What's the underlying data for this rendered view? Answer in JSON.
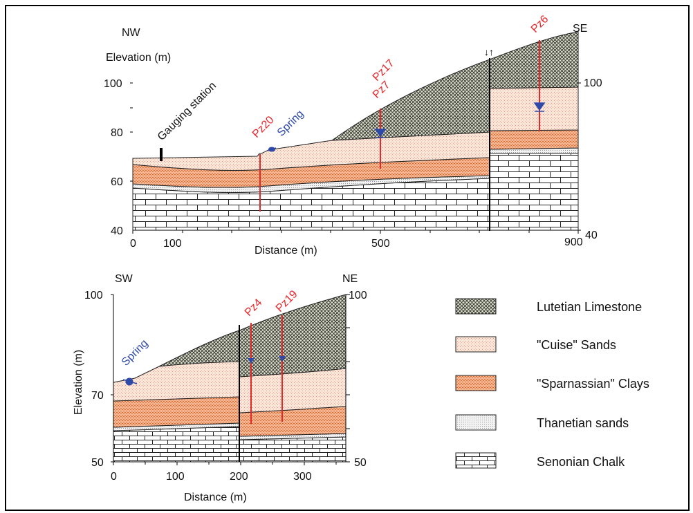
{
  "top_section": {
    "left_direction": "NW",
    "right_direction": "SE",
    "y_axis_title": "Elevation (m)",
    "x_axis_title": "Distance (m)",
    "y_ticks_left": [
      "100",
      "80",
      "60",
      "40"
    ],
    "y_ticks_right": [
      "100",
      "40"
    ],
    "x_ticks": [
      "0",
      "100",
      "500",
      "900"
    ],
    "gauging_station_label": "Gauging station",
    "spring_label": "Spring",
    "wells": [
      "Pz20",
      "Pz17",
      "Pz7",
      "Pz6"
    ],
    "fault_symbol": "↓↑"
  },
  "bottom_section": {
    "left_direction": "SW",
    "right_direction": "NE",
    "y_axis_title": "Elevation (m)",
    "x_axis_title": "Distance (m)",
    "y_ticks_left": [
      "100",
      "70",
      "50"
    ],
    "y_ticks_right": [
      "100",
      "50"
    ],
    "x_ticks": [
      "0",
      "100",
      "200",
      "300"
    ],
    "spring_label": "Spring",
    "wells": [
      "Pz4",
      "Pz19"
    ]
  },
  "legend": [
    {
      "label": "Lutetian Limestone",
      "pattern": "limestone-pattern"
    },
    {
      "label": "\"Cuise\" Sands",
      "pattern": "cuise-pattern"
    },
    {
      "label": "\"Sparnassian\" Clays",
      "pattern": "clay-pattern"
    },
    {
      "label": "Thanetian sands",
      "pattern": "thanetian-pattern"
    },
    {
      "label": "Senonian Chalk",
      "pattern": "chalk-pattern"
    }
  ],
  "colors": {
    "well": "#e8262a",
    "water_table": "#2e49a8",
    "clay": "#e58a52",
    "sand": "#f2c3a6",
    "limestone": "#5a5a4a"
  }
}
